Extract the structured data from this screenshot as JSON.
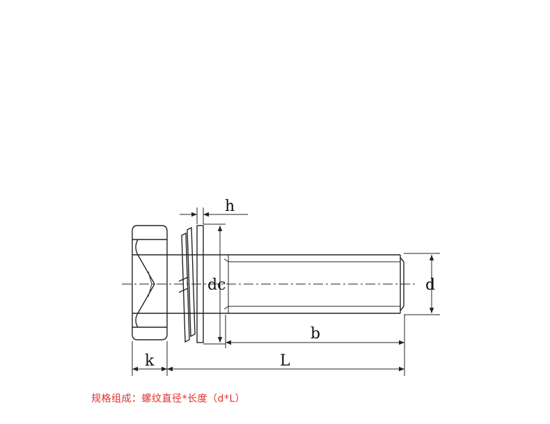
{
  "labels": {
    "h": "h",
    "dc": "dc",
    "d": "d",
    "b": "b",
    "L": "L",
    "k": "k"
  },
  "caption": "规格组成：螺纹直径*长度（d*L）",
  "colors": {
    "line": "#222222",
    "caption": "#e0302a"
  }
}
